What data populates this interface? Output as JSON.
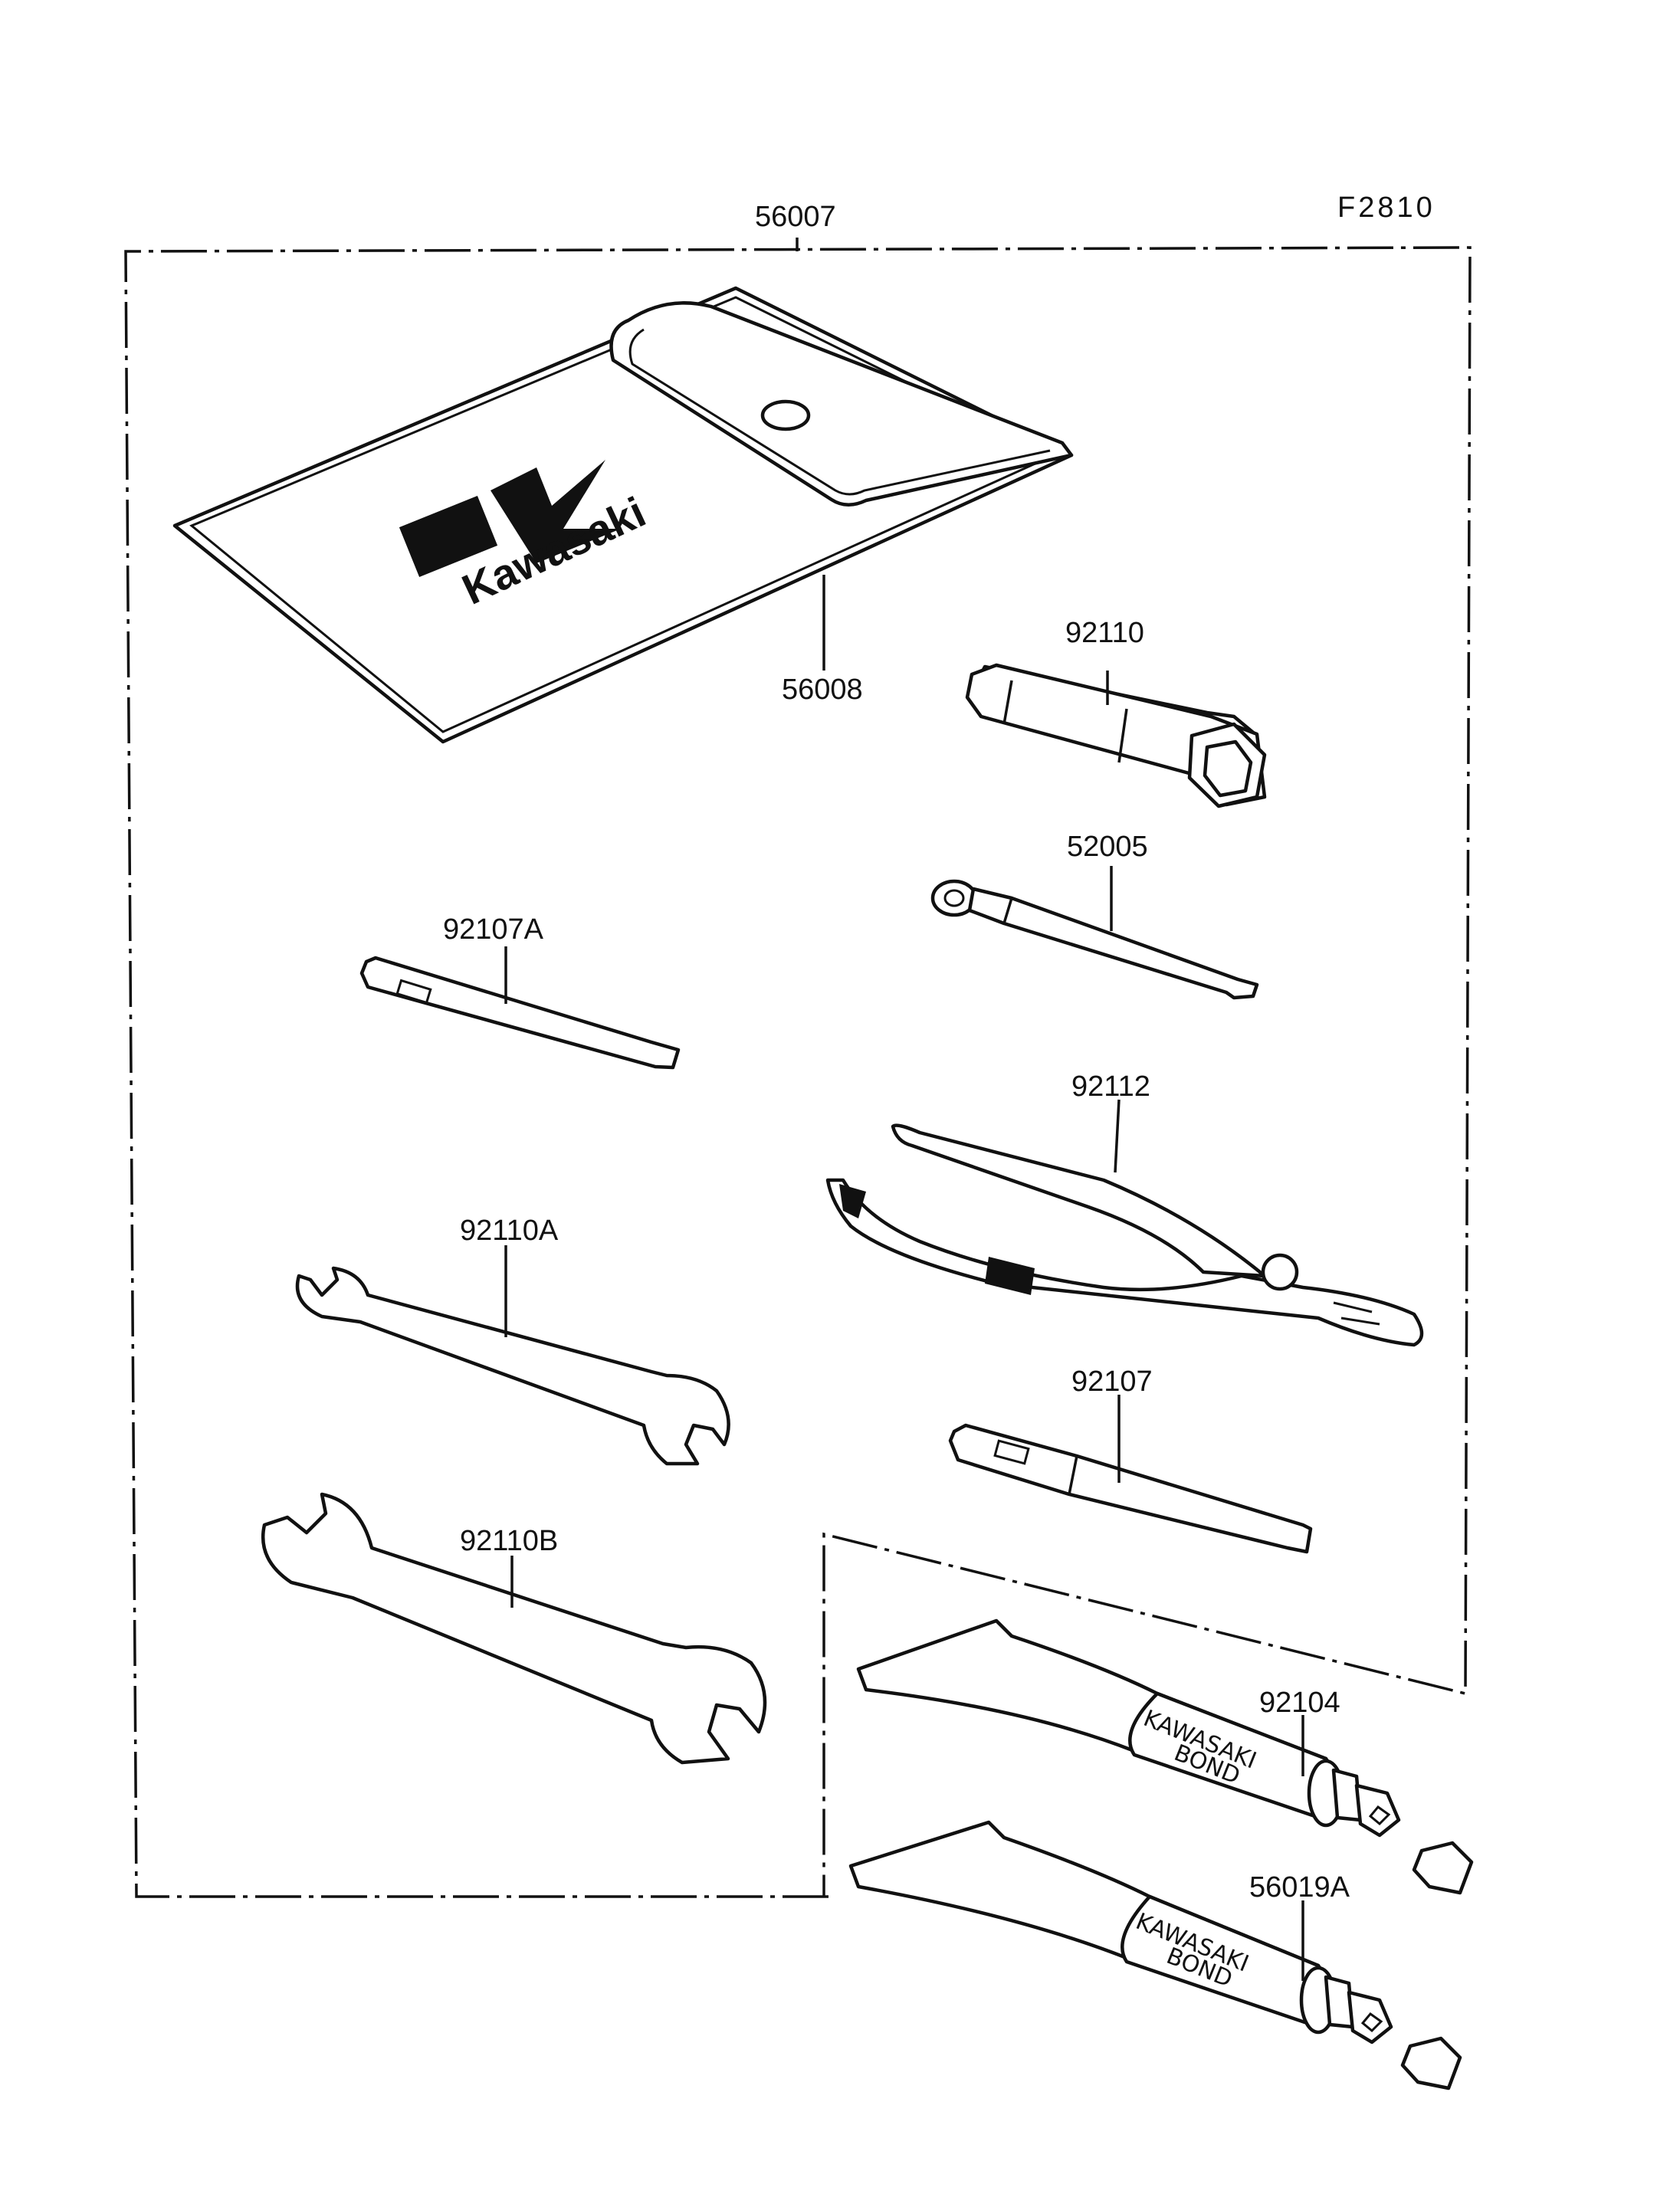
{
  "figure_code": "F2810",
  "parts": [
    {
      "id": "kit_bag_assembly",
      "number": "56007"
    },
    {
      "id": "tool_bag",
      "number": "56008"
    },
    {
      "id": "plug_wrench",
      "number": "92110"
    },
    {
      "id": "screwdriver_handle",
      "number": "52005"
    },
    {
      "id": "screwdriver_small",
      "number": "92107A"
    },
    {
      "id": "pliers",
      "number": "92112"
    },
    {
      "id": "wrench_a",
      "number": "92110A"
    },
    {
      "id": "screwdriver_large",
      "number": "92107"
    },
    {
      "id": "wrench_b",
      "number": "92110B"
    },
    {
      "id": "bond_tube_a",
      "number": "92104"
    },
    {
      "id": "bond_tube_b",
      "number": "56019A"
    }
  ],
  "bag_logo_text": "Kawasaki",
  "tube_print": {
    "line1": "KAWASAKI",
    "line2": "BOND"
  }
}
